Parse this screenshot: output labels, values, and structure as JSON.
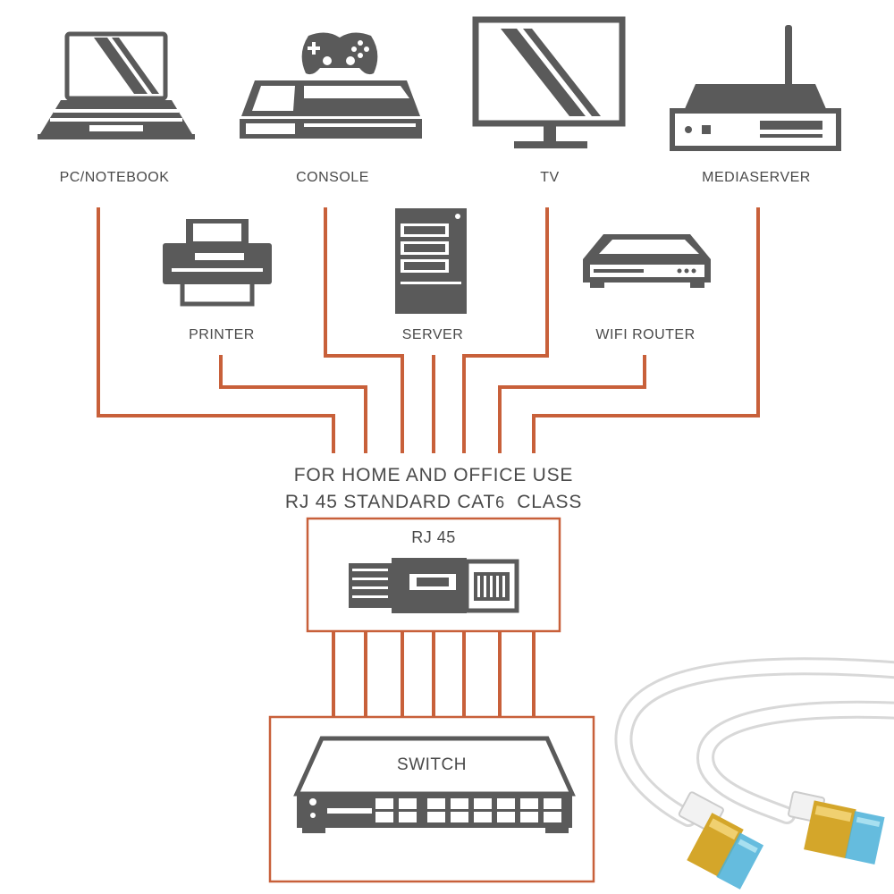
{
  "devices": {
    "pc": "PC/NOTEBOOK",
    "console": "CONSOLE",
    "tv": "TV",
    "mediaserver": "MEDIASERVER",
    "printer": "PRINTER",
    "server": "SERVER",
    "wifi_router": "WIFI ROUTER"
  },
  "caption": {
    "line1": "FOR HOME AND OFFICE USE",
    "line2_prefix": "RJ 45 STANDARD CAT",
    "line2_digit": "6",
    "line2_suffix": "CLASS"
  },
  "rj45_label": "RJ 45",
  "switch_label": "SWITCH",
  "colors": {
    "wire": "#c8603a",
    "icon": "#5a5a5a",
    "text": "#4a4a4a",
    "connector_gold": "#d4a62a",
    "connector_blue": "#4ab0d8"
  }
}
